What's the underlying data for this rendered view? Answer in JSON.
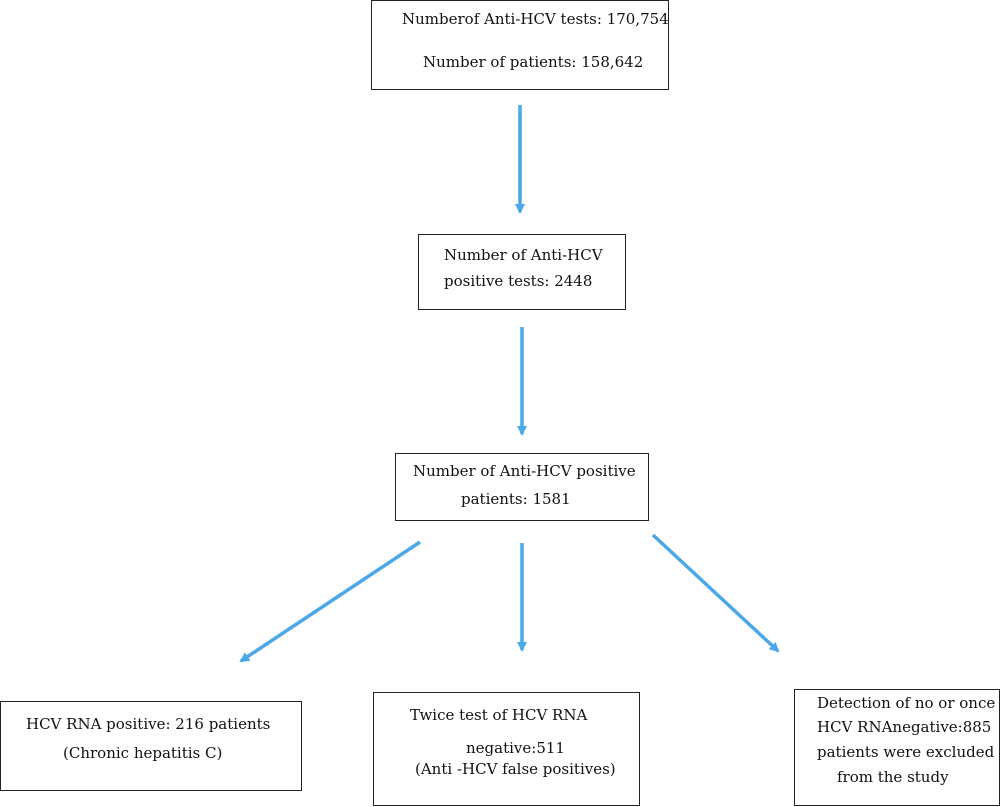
{
  "diagram": {
    "arrow_color": "#4aa8e8",
    "nodes": {
      "tests": {
        "line1": "Numberof Anti-HCV tests: 170,754",
        "line2": "Number of patients: 158,642"
      },
      "positive_tests": {
        "line1": "Number of Anti-HCV",
        "line2": "positive tests: 2448"
      },
      "positive_patients": {
        "line1": "Number of Anti-HCV positive",
        "line2": "patients:  1581"
      },
      "rna_positive": {
        "line1": "HCV RNA  positive: 216 patients",
        "line2": "(Chronic hepatitis C)"
      },
      "twice_negative": {
        "line1": "Twice test of HCV RNA",
        "line2": "negative:511",
        "line3": "(Anti -HCV false positives)"
      },
      "excluded": {
        "line1": "Detection of no or once",
        "line2": "HCV RNAnegative:885",
        "line3": "patients were excluded",
        "line4": "from the study"
      }
    }
  }
}
